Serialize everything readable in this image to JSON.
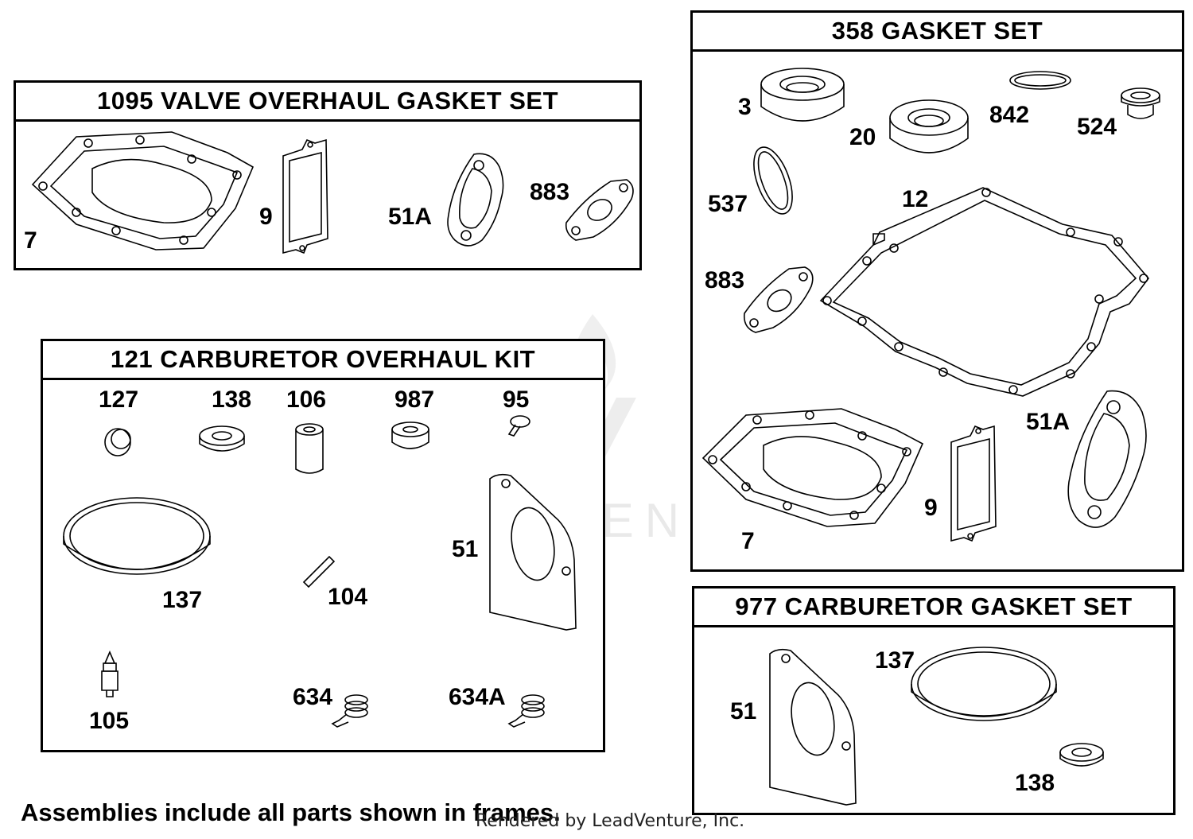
{
  "watermark": {
    "text": "LEADVENTURE"
  },
  "frames": {
    "valve_overhaul": {
      "title": "1095 VALVE OVERHAUL GASKET SET",
      "labels": {
        "p7": "7",
        "p9": "9",
        "p51a": "51A",
        "p883": "883"
      }
    },
    "carb_overhaul": {
      "title": "121 CARBURETOR OVERHAUL KIT",
      "labels": {
        "p127": "127",
        "p138": "138",
        "p106": "106",
        "p987": "987",
        "p95": "95",
        "p137": "137",
        "p104": "104",
        "p51": "51",
        "p105": "105",
        "p634": "634",
        "p634a": "634A"
      }
    },
    "gasket_set": {
      "title": "358 GASKET SET",
      "labels": {
        "p3": "3",
        "p20": "20",
        "p842": "842",
        "p524": "524",
        "p537": "537",
        "p12": "12",
        "p883": "883",
        "p51a": "51A",
        "p9": "9",
        "p7": "7"
      }
    },
    "carb_gasket": {
      "title": "977 CARBURETOR GASKET SET",
      "labels": {
        "p51": "51",
        "p137": "137",
        "p138": "138"
      }
    }
  },
  "footer": {
    "note": "Assemblies include all parts shown in frames.",
    "rendered_by": "Rendered by LeadVenture, Inc."
  }
}
